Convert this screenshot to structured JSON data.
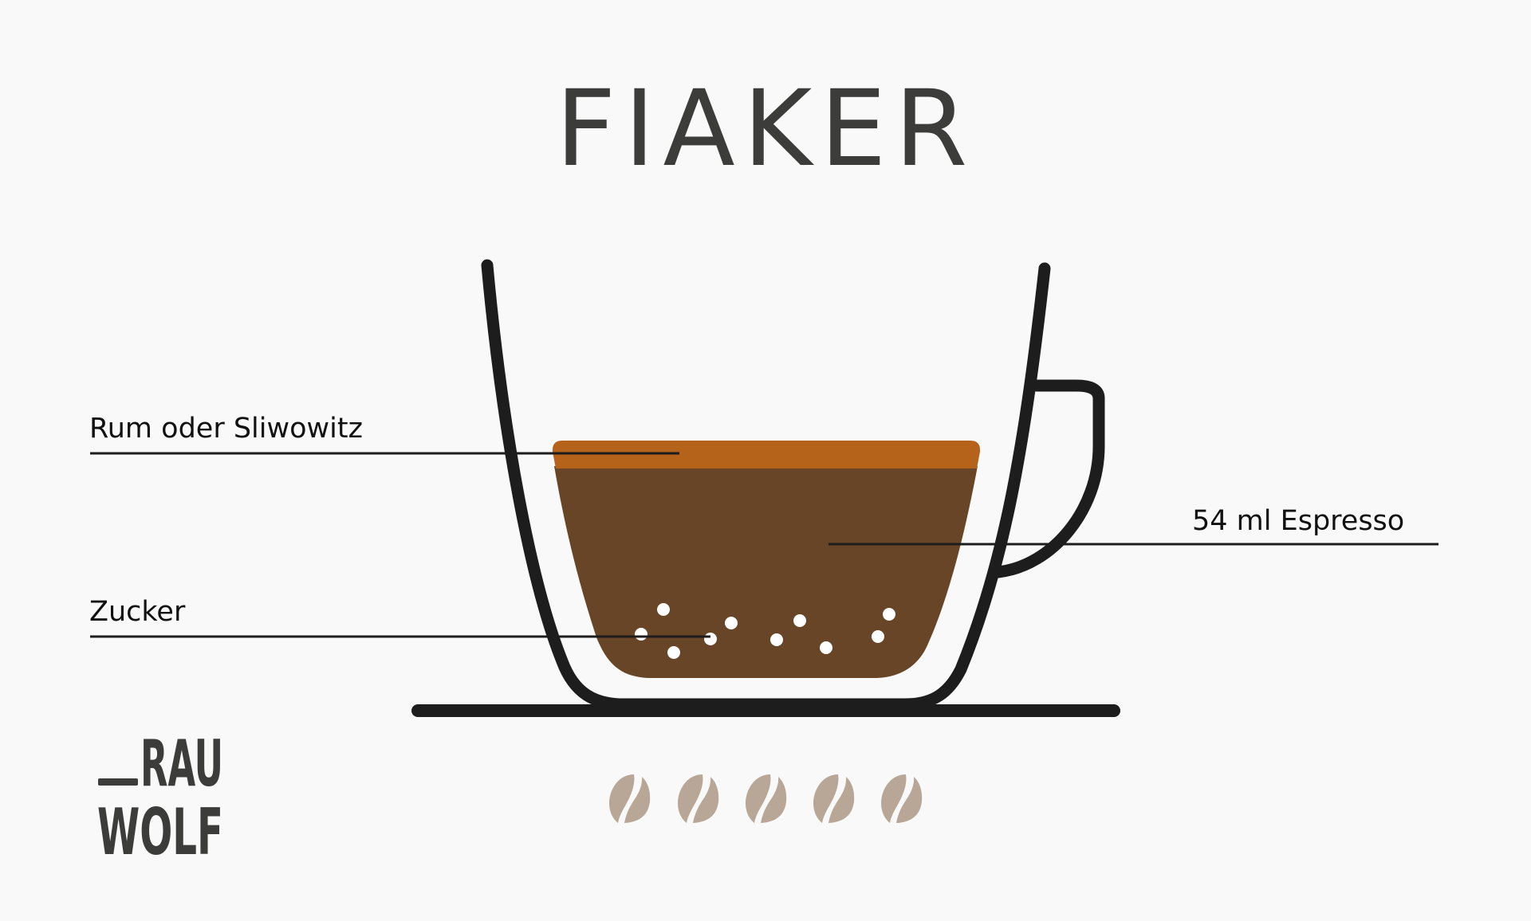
{
  "title": "FIAKER",
  "labels": {
    "rum": "Rum oder Sliwowitz",
    "espresso": "54 ml Espresso",
    "sugar": "Zucker"
  },
  "logo": {
    "line1": "RAU",
    "line2": "WOLF"
  },
  "strength_rating": {
    "beans_filled": 5,
    "beans_total": 5,
    "icon": "coffee-bean-icon"
  },
  "colors": {
    "background": "#f9f9f9",
    "text": "#3c3c3a",
    "outline": "#1d1d1d",
    "rum_layer": "#b5621b",
    "espresso": "#684526",
    "sugar": "#ffffff",
    "bean": "#b8a797"
  }
}
